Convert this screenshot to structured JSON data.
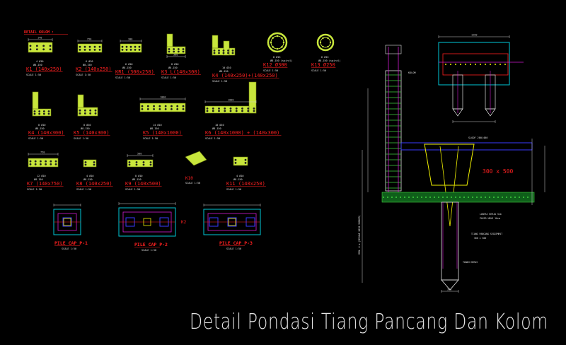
{
  "colors": {
    "bg": "#000000",
    "concrete": "#c8e63c",
    "rebar": "#1e1e1e",
    "dim": "#d0d0d0",
    "title_red": "#ff2020",
    "label": "#e0e0e0",
    "cyan": "#00c8d8",
    "magenta": "#d21cd2",
    "yellow": "#f0f000",
    "green": "#40d040",
    "blue": "#3a3aff"
  },
  "header": {
    "title": "DETAIL KOLOM :"
  },
  "sections": [
    {
      "name": "K1 (140x250)",
      "rebar": "4 Ø10",
      "tie": "Ø8-150",
      "scale": "SCALE 1:50"
    },
    {
      "name": "K2 (140x250)",
      "rebar": "6 Ø10",
      "tie": "Ø8-150",
      "scale": "SCALE 1:50"
    },
    {
      "name": "KR1 (300x250)",
      "rebar": "6 Ø10",
      "tie": "Ø8-150",
      "scale": "SCALE 1:50"
    },
    {
      "name": "K3 L(140x300)",
      "rebar": "8 Ø10",
      "tie": "Ø8-150",
      "scale": "SCALE 1:50"
    },
    {
      "name": "K4 (140x250)+(140x250)",
      "rebar": "10 Ø10",
      "tie": "Ø8-150",
      "scale": "SCALE 1:50"
    },
    {
      "name": "K12 Ø300",
      "rebar": "8 Ø13",
      "tie": "Ø8-150 (spiral)",
      "scale": "SCALE 1:50"
    },
    {
      "name": "K13 Ø250",
      "rebar": "6 Ø13",
      "tie": "Ø8-150 (spiral)",
      "scale": "SCALE 1:50"
    },
    {
      "name": "K4 (140x300)",
      "rebar": "8 Ø10",
      "tie": "Ø8-150",
      "scale": "SCALE 1:50"
    },
    {
      "name": "K5 (140x300)",
      "rebar": "8 Ø10",
      "tie": "Ø8-150",
      "scale": "SCALE 1:50"
    },
    {
      "name": "K5 (140x1000)",
      "rebar": "14 Ø10",
      "tie": "Ø8-150",
      "scale": "SCALE 1:50"
    },
    {
      "name": "K6 (140x1000) + (140x300)",
      "rebar": "18 Ø10",
      "tie": "Ø8-150",
      "scale": "SCALE 1:50"
    },
    {
      "name": "K7 (140x750)",
      "rebar": "12 Ø10",
      "tie": "Ø8-150",
      "scale": "SCALE 1:50"
    },
    {
      "name": "K8 (140x250)",
      "rebar": "4 Ø10",
      "tie": "Ø8-150",
      "scale": "SCALE 1:50"
    },
    {
      "name": "K9 (140x500)",
      "rebar": "8 Ø10",
      "tie": "Ø8-150",
      "scale": "SCALE 1:50"
    },
    {
      "name": "K10",
      "rebar": "",
      "tie": "",
      "scale": "SCALE 1:50"
    },
    {
      "name": "K11 (140x250)",
      "rebar": "4 Ø10",
      "tie": "Ø8-150",
      "scale": "SCALE 1:50"
    }
  ],
  "pilecaps": [
    {
      "name": "PILE CAP P-1",
      "scale": "SCALE 1:50"
    },
    {
      "name": "PILE CAP P-2",
      "scale": "SCALE 1:50"
    },
    {
      "name": "PILE CAP P-3",
      "scale": "SCALE 1:50"
    }
  ],
  "detail": {
    "kolom": "KOLOM",
    "sloof": "SLOOF 200/400",
    "dimension": "300 x 500",
    "lantai_kerja": "LANTAI KERJA 5cm",
    "pasir_urug": "PASIR URUG 10cm",
    "tiang_pancang": "TIANG PANCANG SEGIEMPAT",
    "tiang_size": "300 x 300",
    "tanah_keras": "TANAH KERAS",
    "top_dim": "1200",
    "bottom_dim": "300",
    "vertical_note": "MIN. 4 m (SESUAI DATA SONDIR)"
  },
  "caption": "Detail Pondasi Tiang Pancang Dan Kolom"
}
